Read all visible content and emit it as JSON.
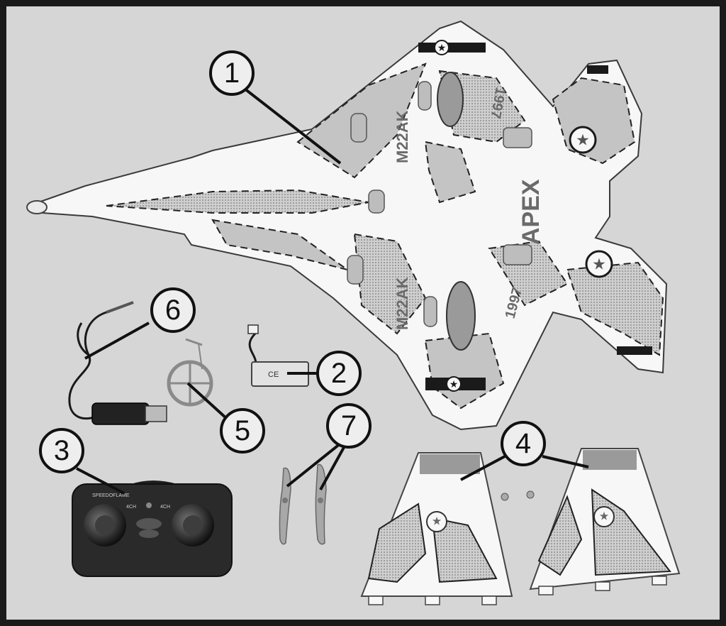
{
  "callouts": [
    {
      "number": "1",
      "part": "airframe"
    },
    {
      "number": "2",
      "part": "battery"
    },
    {
      "number": "3",
      "part": "remote-controller"
    },
    {
      "number": "4",
      "part": "vertical-stabilizers"
    },
    {
      "number": "5",
      "part": "spare-gear"
    },
    {
      "number": "6",
      "part": "usb-charging-cable"
    },
    {
      "number": "7",
      "part": "spare-propellers"
    }
  ],
  "decals": {
    "model_upper": "M22AK",
    "model_lower": "M22AK",
    "year_upper": "1997",
    "year_lower": "1997",
    "brand": "APEX",
    "controller_brand": "SPEEDOFLAME",
    "channel_left": "4CH",
    "channel_right": "4CH"
  },
  "colors": {
    "background": "#d8d8d8",
    "frame": "#1a1a1a",
    "foam": "#f7f7f7",
    "camo": "#b9b9b9",
    "controller": "#2a2a2a"
  }
}
